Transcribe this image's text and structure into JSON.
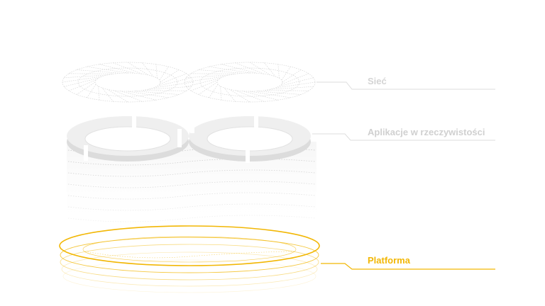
{
  "layers": {
    "network": {
      "label": "Sieć",
      "color": "#d4d4d4"
    },
    "applications": {
      "label": "Aplikacje w rzeczywistości",
      "color": "#d0d0d0"
    },
    "platform": {
      "label": "Platforma",
      "color": "#f2b705"
    }
  },
  "colors": {
    "ring_fill": "#eeeeee",
    "ring_shadow": "#d8d8d8",
    "dotted_lines": "#c9c9c9",
    "platform_accent": "#f2b705"
  }
}
